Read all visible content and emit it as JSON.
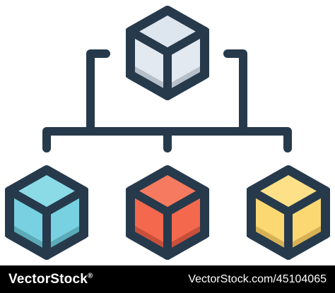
{
  "illustration": {
    "subject": "hierarchy-cubes",
    "colors": {
      "outline": "#263a4c",
      "top_cube": "#e2e9f1",
      "left_cube": "#77d1e0",
      "middle_cube": "#f4694e",
      "right_cube": "#fcd872"
    }
  },
  "footer": {
    "logo_text": "VectorStock",
    "logo_mark": "®",
    "site_url": "VectorStock.com/45104065"
  }
}
